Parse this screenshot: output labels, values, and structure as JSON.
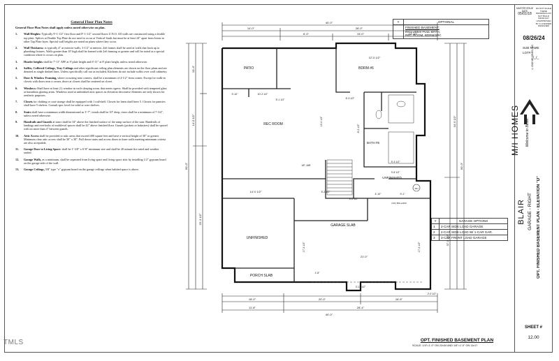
{
  "notes": {
    "title": "General Floor Plan Notes",
    "subtitle": "General Floor Plan Notes shall apply unless noted otherwise on plan.",
    "items": [
      {
        "n": "1.",
        "head": "Wall Heights:",
        "text": "Typically 9'-1-1/2\" first floor and 8'-1-1/2\" second floors U.N.O. All walls are constructed using a double top plate. Splices at Double Top Plate do not need to occur at Vertical Studs but must be at least 24\" apart from Joints in other Top Plate layer. Special wall heights are noted on plans where they occur."
      },
      {
        "n": "2.",
        "head": "Wall Thickness:",
        "text": "is typically 4\" at exterior walls, 3-1/2\" at interior. 2x6 frames shall be used at walls that back up to plumbing fixtures. Walls greater than 10' high shall be framed with 2x6 framing or greater and will be noted as a special condition where it occurs on plan."
      },
      {
        "n": "3.",
        "head": "Header heights",
        "text": "shall be 7'-11\" AFF at 9' plate height and 6'-11\" at 8' plate height, unless noted otherwise."
      },
      {
        "n": "4.",
        "head": "Soffits, Coffered Ceilings, Tray Ceilings",
        "text": "and other significant ceiling plan elements are shown on the floor plans and are denoted as single dashed lines. Unless specifically call out as included, Kitchens do not include soffits over wall cabinetry."
      },
      {
        "n": "5.",
        "head": "Door & Window Framing,",
        "text": "where occurring near corners, shall be a minimum of 4-1/2\" from corner. Except for walk-in closets with doors near a corner, doors at closets shall be centered on closet."
      },
      {
        "n": "6.",
        "head": "Windows:",
        "text": "Shall have at least (1) window in each sleeping room, that meets egress. Shall be provided with tempered glass at hazardous glazing areas. Windows used at unfinished attic spaces as elevation decorative elements are only shown for aesthetic purposes."
      },
      {
        "n": "7.",
        "head": "Closets",
        "text": "for clothing or coat storage shall be equipped with 1 rod/shelf. Closets for linen shall have 5. Closets for pantries shall have 5 shelves. Consult spec level for solid or wire shelves."
      },
      {
        "n": "8.",
        "head": "Stairs",
        "text": "shall have a minimum width dimensioned as 3'-7\", treads shall be 10\" deep, risers shall be a minimum of 7-3/4\", unless noted otherwise."
      },
      {
        "n": "9.",
        "head": "Handrails and Guards",
        "text": "at stairs shall be 34\" above the finished surface of the ramp surface of the stair. Handrails of landings and overlooks of multilevel spaces shall be 42\" above finished floor. Guards (pickets or balusters) shall be spaced with no more than 4\" between guards."
      },
      {
        "n": "10.",
        "head": "Attic Access",
        "text": "shall be provided to attic areas that exceed 400 square feet and have a vertical height of 30\" or greater. Minimum clear attic access shall be 30\" x 30\". Pull down stairs and access doors in knee walls meeting minimum criteria are also acceptable."
      },
      {
        "n": "11.",
        "head": "Garage Door to Living Space:",
        "text": "shall be 1'-3/8\" x 6'-8\" minimum size and shall be 20 minute fire rated and weather sealed."
      },
      {
        "n": "12.",
        "head": "Garage Walls,",
        "text": "as a minimum, shall be separated from living space and living space attic by installing 1/2\" gypsum board on the garage side of the wall."
      },
      {
        "n": "13.",
        "head": "Garage Ceilings,",
        "text": "5/8\" type \"x\" gypsum board on the garage ceilings when habited space is above."
      }
    ]
  },
  "optional_box": {
    "symbol": "Y",
    "heading": "OPTIONAL",
    "lines": [
      "FINISHED BASEMENT:",
      "INCLUDES FULL BATH,",
      "REC ROOM, BDRM/WIC"
    ]
  },
  "garage_options": {
    "symbol": "Y",
    "heading": "GARAGE OPTIONS",
    "rows": [
      {
        "n": "1",
        "text": "2-CAR SIDE LOAD GARAGE"
      },
      {
        "n": "2",
        "text": "2-CAR SIDE LOAD W/ 1-CAR GAR."
      },
      {
        "n": "3",
        "text": "3-CAR FRONT LOAD GARAGE"
      }
    ]
  },
  "plan": {
    "rooms": {
      "patio": "PATIO",
      "bdrm": "BDRM #6",
      "rec": "REC ROOM",
      "bath": "BATH #5",
      "unfinished_right": "UNFINISHED",
      "unfinished_left": "UNFINISHED",
      "garage": "GARAGE SLAB",
      "porch": "PORCH SLAB",
      "up": "UP, 16R",
      "wh": "WH",
      "bollard": "(VIF) BOLLARD"
    },
    "dims": {
      "top_overall": "40'-0\"",
      "top_left": "14'-0\"",
      "top_right": "26'-0\"",
      "top_a": "6'-0\"",
      "top_b": "15'-0\"",
      "top_c": "12'-10\"",
      "bottom_overall": "40'-0\"",
      "bottom_left": "11'-8\"",
      "bottom_right": "28'-4\"",
      "bottom_a": "18'-0\"",
      "bottom_b": "20'-0\"",
      "bottom_c": "16'-5\"",
      "bottom_d": "2'-0 1/2\"",
      "left_overall": "60'-0\"",
      "left_a": "14'-0 1/2\"",
      "left_b": "25'-3 1/2\"",
      "left_c": "10'-4\"",
      "right_overall": "60'-0\"",
      "right_a": "34'-5 1/2\"",
      "right_b": "37'-5 1/2\"",
      "rec_w": "14'-0 1/2\"",
      "garage_w": "21'-0\"",
      "garage_d": "17'-3 1/2\"",
      "bdrm_w": "12'-0 1/2\"",
      "bath_d": "8'-2 1/2\"",
      "h1": "5'-1 1/2\"",
      "h2": "6'-3 1/2\"",
      "h3": "4'-10\"",
      "h4": "9'-1\"",
      "h5": "5'-4 1/2\"",
      "h6": "5'-2 1/2\"",
      "h7": "10'-2 1/2\"",
      "h8": "3'-10\"",
      "h9": "6'-0 1/2\"",
      "h10": "3'-8 1/2\"",
      "h11": "1'-8\"",
      "h12": "3'-11 1/2\""
    }
  },
  "sidebar": {
    "master_date_label": "MASTER ISSUE DATE",
    "master_date": "05/01/18",
    "warning": "DO NOT SCALE THESE DRAWINGS DO NOT BUILD FROM ANY UNAPPROVED BY A LICENSED DESIGNER",
    "copyright": "©2018 M/I HOMES, INC.",
    "date": "08/26/24",
    "sub_label": "SUB NAME",
    "lot_label": "LOT# -",
    "lot_blank": "_/_/_",
    "brand": "M/I HOMES",
    "tagline": "Welcome to Better.",
    "plan_name": "BLAIR",
    "garage": "GARAGE - RIGHT",
    "plan_desc": "OPT. FINISHED BASEMENT PLAN - ELEVATION \"D\"",
    "sheet_label": "SHEET #",
    "sheet_num": "12.00"
  },
  "footer": {
    "title": "OPT. FINISHED BASEMENT PLAN",
    "scale": "SCALE: 1/4\"=1'-0\" ON 22x34 AND 1/8\"=1'-0\" ON 11x17"
  },
  "watermark": "TMLS"
}
